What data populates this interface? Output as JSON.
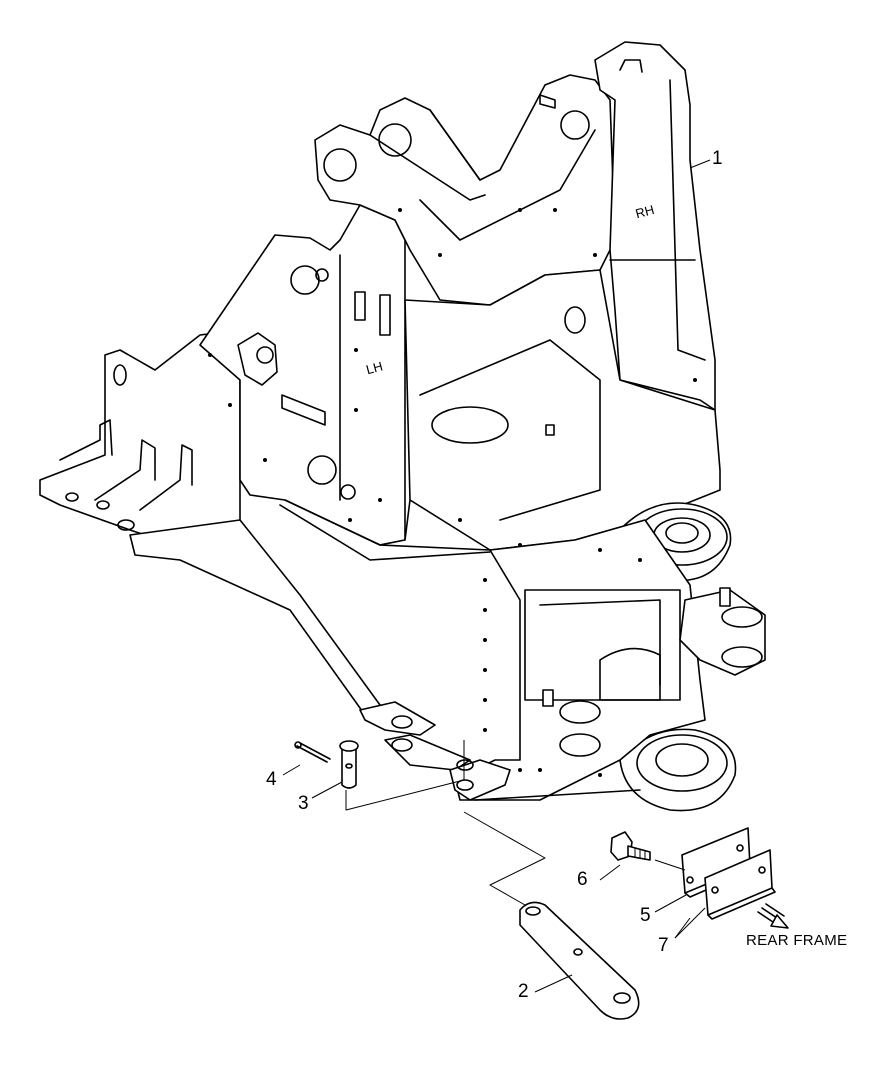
{
  "parts": [
    {
      "ref": "1"
    },
    {
      "ref": "2"
    },
    {
      "ref": "3"
    },
    {
      "ref": "4"
    },
    {
      "ref": "5"
    },
    {
      "ref": "6"
    },
    {
      "ref": "7"
    }
  ],
  "direction_note": "REAR FRAME",
  "side_marks": {
    "left": "LH",
    "right": "RH"
  }
}
